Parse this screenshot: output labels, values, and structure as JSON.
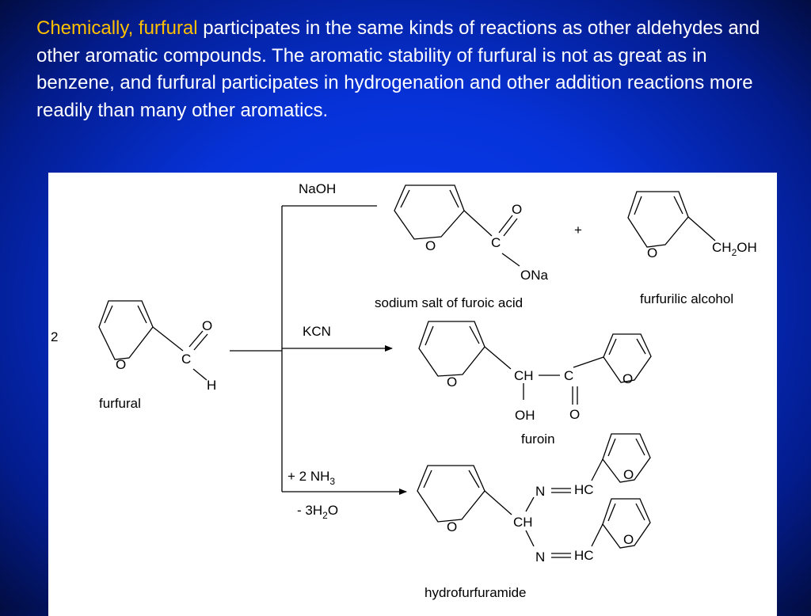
{
  "slide": {
    "intro_highlight": "Chemically, furfural",
    "intro_rest": " participates in the same kinds of reactions as other aldehydes and other aromatic compounds. The aromatic stability of furfural is not as great as in benzene, and furfural participates in hydrogenation and other addition reactions more readily than many other aromatics.",
    "colors": {
      "background": "#0632d8",
      "text": "#ffffff",
      "highlight": "#ffc000",
      "panel": "#ffffff"
    }
  },
  "diagram": {
    "reactant": {
      "coefficient": "2",
      "name": "furfural",
      "atom_o_ring": "O",
      "atom_c": "C",
      "atom_o": "O",
      "atom_h": "H"
    },
    "reagents": {
      "naoh": "NaOH",
      "kcn": "KCN",
      "nh3_prefix": "+ 2 NH",
      "nh3_sub": "3",
      "water_prefix": "- 3H",
      "water_sub": "2",
      "water_suffix": "O"
    },
    "product_naoh_1": {
      "name": "sodium salt of furoic acid",
      "atom_o_ring": "O",
      "atom_c": "C",
      "atom_o": "O",
      "atom_ona": "ONa"
    },
    "plus_sign": "+",
    "product_naoh_2": {
      "name": "furfurilic alcohol",
      "atom_o_ring": "O",
      "ch_prefix": "CH",
      "ch_sub": "2",
      "ch_suffix": "OH"
    },
    "product_kcn": {
      "name": "furoin",
      "atom_o_ring_1": "O",
      "atom_ch": "CH",
      "atom_c": "C",
      "atom_o_ring_2": "O",
      "atom_oh": "OH",
      "atom_o": "O"
    },
    "product_nh3": {
      "name": "hydrofurfuramide",
      "atom_o_ring_1": "O",
      "atom_ch": "CH",
      "atom_n_1": "N",
      "atom_hc_1": "HC",
      "atom_o_ring_2": "O",
      "atom_n_2": "N",
      "atom_hc_2": "HC",
      "atom_o_ring_3": "O"
    }
  }
}
